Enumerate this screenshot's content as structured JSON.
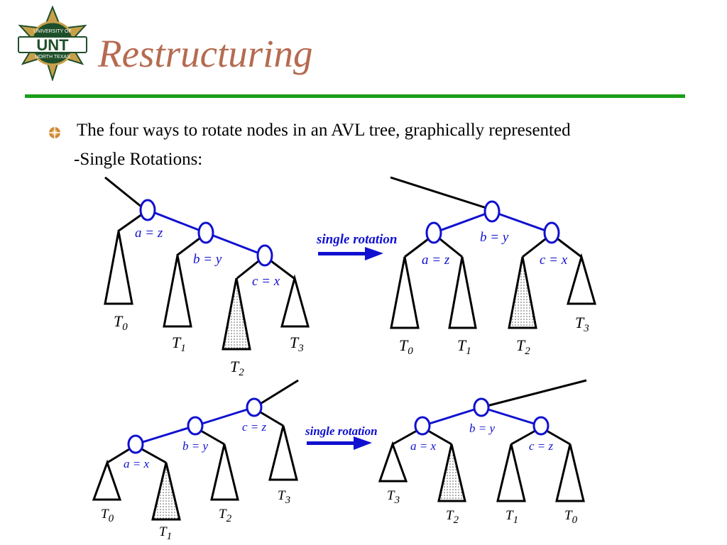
{
  "slide": {
    "title": "Restructuring",
    "bullet": "The four ways to rotate nodes in an AVL tree, graphically represented",
    "subheading": "-Single Rotations:"
  },
  "logo": {
    "text": "UNT",
    "ring_text_top": "UNIVERSITY OF",
    "ring_text_bottom": "NORTH TEXAS"
  },
  "colors": {
    "title": "#b56b50",
    "rule": "#1a9e1a",
    "tree_blue": "#1010d0",
    "logo_green": "#1f4f2a",
    "logo_gold": "#c8a04a"
  },
  "diagram1": {
    "before": {
      "a": "a = z",
      "b": "b = y",
      "c": "c = x",
      "t0": "T",
      "t0s": "0",
      "t1": "T",
      "t1s": "1",
      "t2": "T",
      "t2s": "2",
      "t3": "T",
      "t3s": "3"
    },
    "arrow": "single rotation",
    "after": {
      "a": "a = z",
      "b": "b = y",
      "c": "c = x",
      "t0": "T",
      "t0s": "0",
      "t1": "T",
      "t1s": "1",
      "t2": "T",
      "t2s": "2",
      "t3": "T",
      "t3s": "3"
    }
  },
  "diagram2": {
    "before": {
      "a": "a = x",
      "b": "b = y",
      "c": "c = z",
      "t0": "T",
      "t0s": "0",
      "t1": "T",
      "t1s": "1",
      "t2": "T",
      "t2s": "2",
      "t3": "T",
      "t3s": "3"
    },
    "arrow": "single rotation",
    "after": {
      "a": "a = x",
      "b": "b = y",
      "c": "c = z",
      "t3": "T",
      "t3s": "3",
      "t2": "T",
      "t2s": "2",
      "t1": "T",
      "t1s": "1",
      "t0": "T",
      "t0s": "0"
    }
  }
}
